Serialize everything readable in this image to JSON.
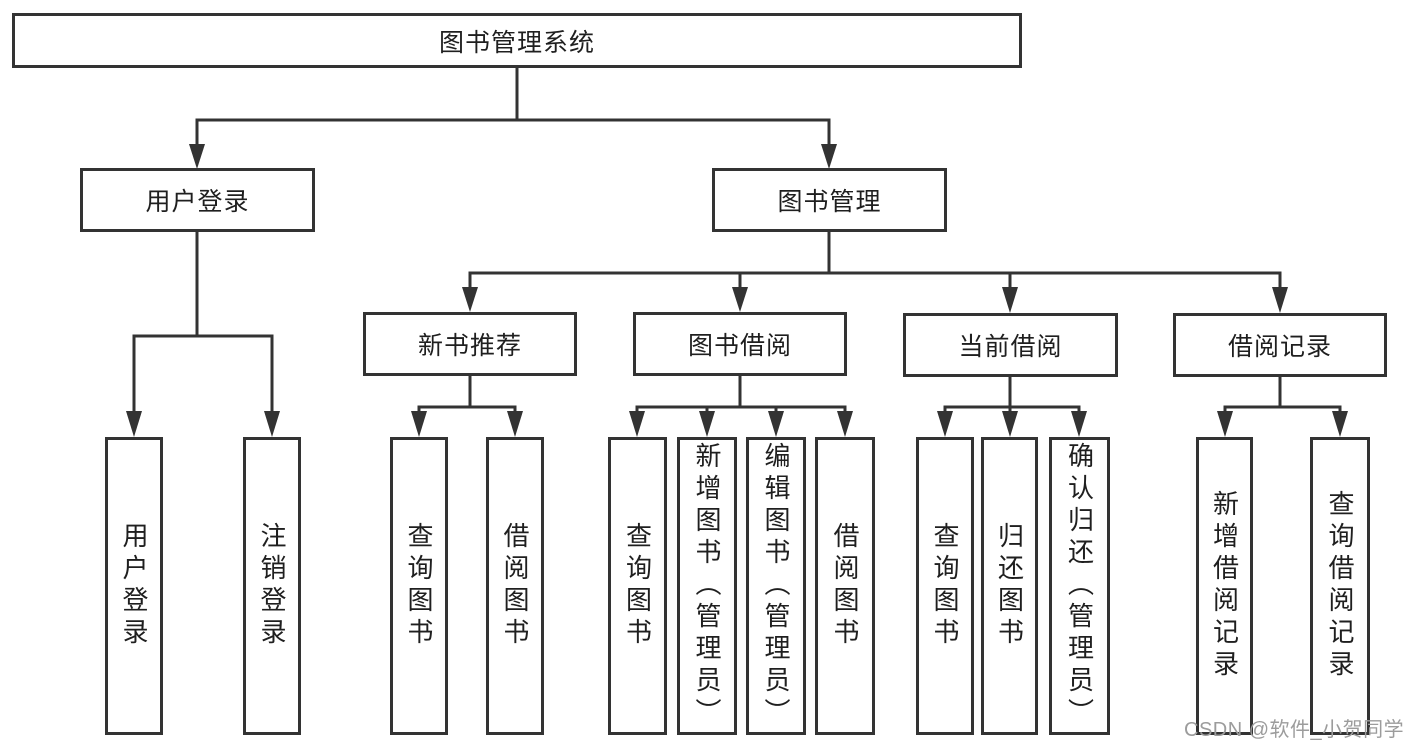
{
  "diagram": {
    "root_label": "图书管理系统",
    "level2": [
      {
        "label": "用户登录",
        "leaves": [
          "用户登录",
          "注销登录"
        ]
      },
      {
        "label": "图书管理",
        "groups": [
          {
            "label": "新书推荐",
            "leaves": [
              "查询图书",
              "借阅图书"
            ]
          },
          {
            "label": "图书借阅",
            "leaves": [
              "查询图书",
              "新增图书（管理员）",
              "编辑图书（管理员）",
              "借阅图书"
            ]
          },
          {
            "label": "当前借阅",
            "leaves": [
              "查询图书",
              "归还图书",
              "确认归还（管理员）"
            ]
          },
          {
            "label": "借阅记录",
            "leaves": [
              "新增借阅记录",
              "查询借阅记录"
            ]
          }
        ]
      }
    ]
  },
  "watermark": {
    "text": "CSDN @软件_小贺同学"
  },
  "colors": {
    "line": "#333333",
    "text": "#1f1f1f",
    "watermark": "#9c9c9c",
    "background": "#ffffff"
  }
}
